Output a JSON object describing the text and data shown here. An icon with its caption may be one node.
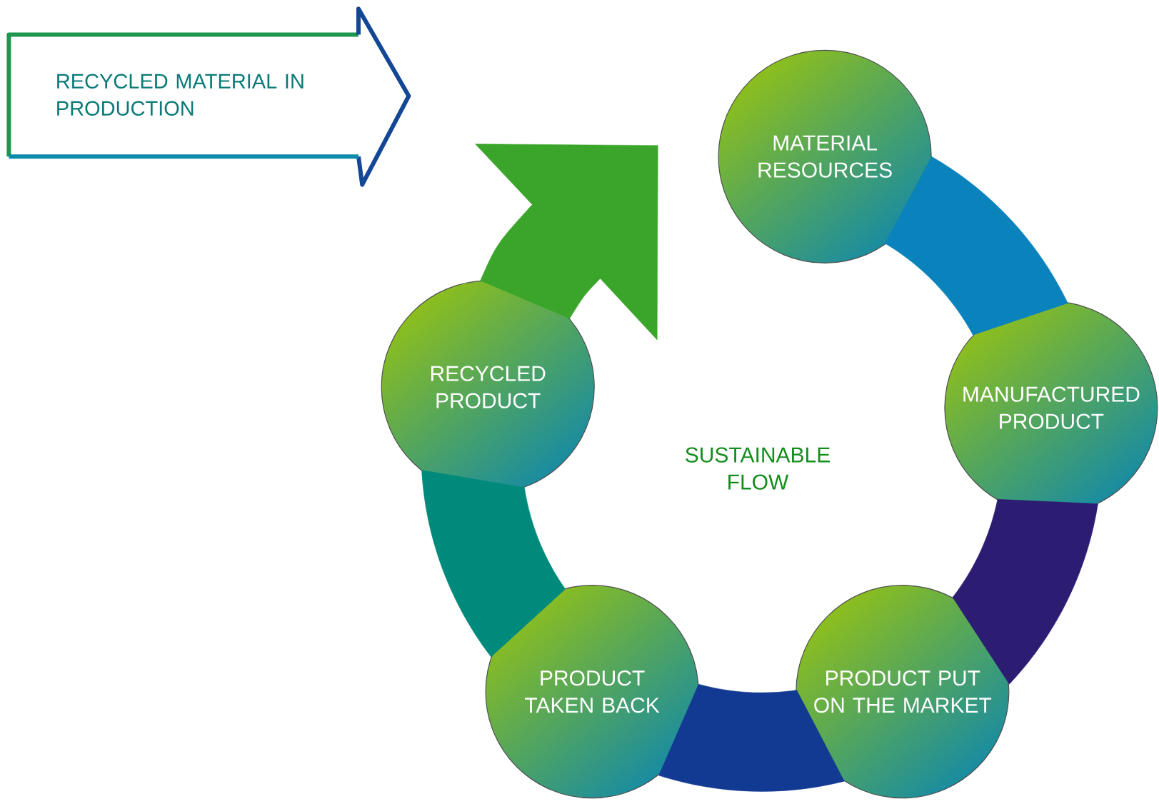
{
  "diagram": {
    "nodes": [
      {
        "text": [
          "RECYCLED MATERIAL IN PRODUCTION"
        ]
      },
      {
        "text": [
          "MATERIAL RESOURCES"
        ]
      },
      {
        "text": [
          "MANUFACTURED PRODUCT"
        ]
      },
      {
        "text": [
          "PRODUCT PUT ON THE MARKET"
        ]
      },
      {
        "text": [
          "PRODUCT TAKEN BACK"
        ]
      },
      {
        "text": [
          "RECYCLED PRODUCT"
        ]
      },
      {
        "text": [
          "SUSTAINABLE FLOW"
        ]
      }
    ],
    "edges": [
      {
        "from": 1,
        "to": 2,
        "arrow": "none",
        "style": "thick",
        "color": "#0a82bc"
      },
      {
        "from": 2,
        "to": 3,
        "arrow": "none",
        "style": "thick",
        "color": "#2c1c72"
      },
      {
        "from": 3,
        "to": 4,
        "arrow": "none",
        "style": "thick",
        "color": "#123a92"
      },
      {
        "from": 4,
        "to": 5,
        "arrow": "none",
        "style": "thick",
        "color": "#008a7c"
      },
      {
        "from": 5,
        "to": null,
        "arrow": "to",
        "style": "thick",
        "color": "#3aa52a"
      }
    ]
  }
}
